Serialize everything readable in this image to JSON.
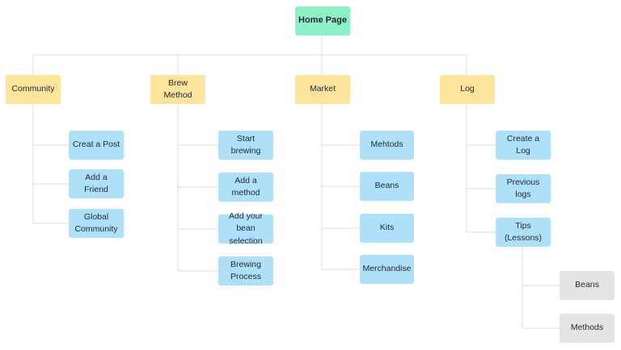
{
  "root": {
    "label": "Home Page"
  },
  "categories": [
    {
      "label": "Community",
      "children": [
        "Creat a Post",
        "Add a Friend",
        "Global Community"
      ]
    },
    {
      "label": "Brew Method",
      "children": [
        "Start brewing",
        "Add a method",
        "Add your bean selection",
        "Brewing Process"
      ]
    },
    {
      "label": "Market",
      "children": [
        "Mehtods",
        "Beans",
        "Kits",
        "Merchandise"
      ]
    },
    {
      "label": "Log",
      "children": [
        "Create a Log",
        "Previous logs",
        "Tips (Lessons)"
      ],
      "tips_children": [
        "Beans",
        "Methods"
      ]
    }
  ],
  "colors": {
    "root": "#8ef0c6",
    "category": "#fde49b",
    "leaf": "#aee1f9",
    "subleaf": "#e4e4e4",
    "connector": "#dcdcdc"
  }
}
